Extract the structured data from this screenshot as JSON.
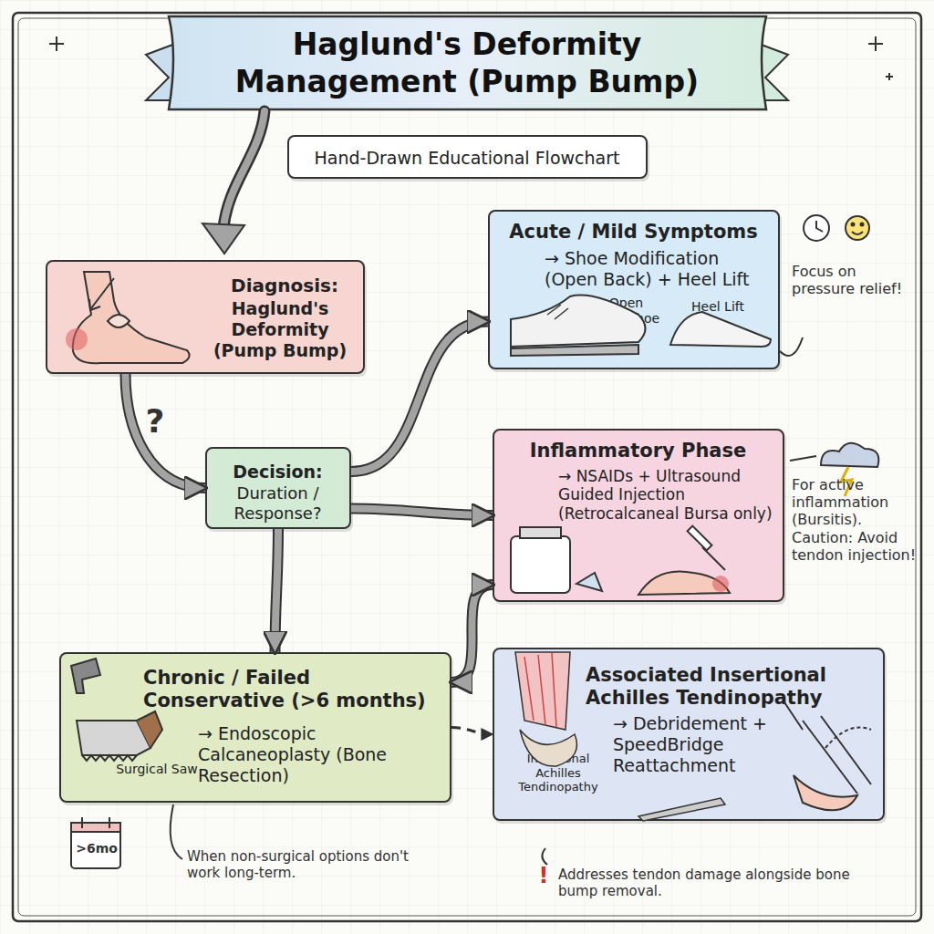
{
  "diagram": {
    "title": "Haglund's Deformity Management (Pump Bump)",
    "nodes": [
      {
        "text": [
          "Hand-Drawn Educational Flowchart"
        ]
      },
      {
        "text": [
          "Diagnosis:",
          "Haglund's Deformity (Pump Bump)"
        ]
      },
      {
        "text": [
          "Decision:",
          "Duration / Response?"
        ]
      },
      {
        "text": [
          "Acute / Mild Symptoms",
          "→ Shoe Modification (Open Back) + Heel Lift",
          "Open Back Shoe",
          "Heel Lift"
        ]
      },
      {
        "text": [
          "Inflammatory Phase",
          "→ NSAIDs + Ultrasound Guided Injection (Retrocalcaneal Bursa only)",
          "NSAID"
        ]
      },
      {
        "text": [
          "Chronic / Failed Conservative (>6 months)",
          "→ Endoscopic Calcaneoplasty (Bone Resection)",
          "Surgical Saw"
        ]
      },
      {
        "text": [
          "Associated Insertional Achilles Tendinopathy",
          "→ Debridement + SpeedBridge Reattachment",
          "Insertional Achilles Tendinopathy"
        ]
      }
    ],
    "edges": [
      {
        "from": 1,
        "to": 2,
        "arrow": "to"
      },
      {
        "from": 2,
        "to": 3,
        "arrow": "to"
      },
      {
        "from": 2,
        "to": 4,
        "arrow": "to"
      },
      {
        "from": 2,
        "to": 5,
        "arrow": "to"
      },
      {
        "from": 4,
        "to": 5,
        "arrow": "both"
      },
      {
        "from": 5,
        "to": 6,
        "arrow": "to"
      }
    ],
    "labels": [
      "?",
      "Focus on pressure relief!",
      "For active inflammation (Bursitis). Caution: Avoid tendon injection!",
      ">6mo",
      "When non-surgical options don't work long-term.",
      "!",
      "Addresses tendon damage alongside bone bump removal."
    ]
  }
}
